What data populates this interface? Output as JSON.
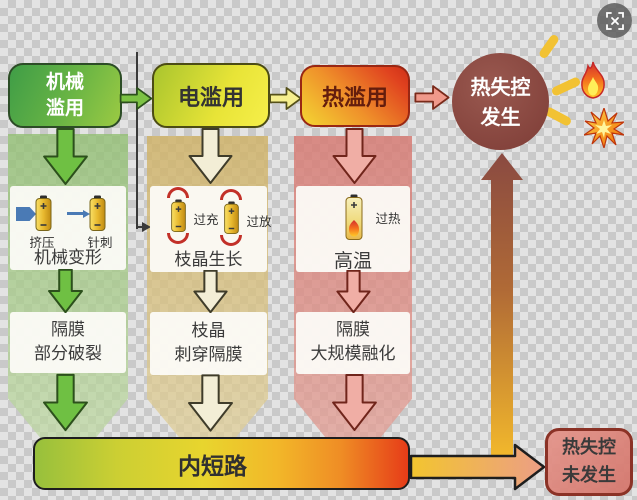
{
  "controls": {
    "fullscreen_button": {
      "icon": "crop-expand"
    }
  },
  "flow": {
    "mechanical_abuse": "机械\n滥用",
    "electrical_abuse": "电滥用",
    "thermal_abuse": "热滥用",
    "runaway_occurs": "热失控\n发生",
    "short_circuit": "内短路",
    "runaway_not_occur": "热失控\n未发生"
  },
  "mechanical_column": {
    "crush_label": "挤压",
    "nail_label": "针刺",
    "cause_caption": "机械变形",
    "effect_caption": "隔膜\n部分破裂"
  },
  "electrical_column": {
    "overcharge_label": "过充",
    "overdischarge_label": "过放",
    "cause_caption": "枝晶生长",
    "effect_caption": "枝晶\n刺穿隔膜"
  },
  "thermal_column": {
    "overheat_label": "过热",
    "cause_caption": "高温",
    "effect_caption": "隔膜\n大规模融化"
  },
  "colors": {
    "mechanical_green": "#44a04b",
    "electrical_yellow": "#f2eb3e",
    "thermal_red": "#e5502a",
    "runaway_maroon": "#8b4a42",
    "no_runaway_pink": "#e08d82",
    "bar_gradient_start": "#97c03c",
    "bar_gradient_end": "#e63c18"
  }
}
